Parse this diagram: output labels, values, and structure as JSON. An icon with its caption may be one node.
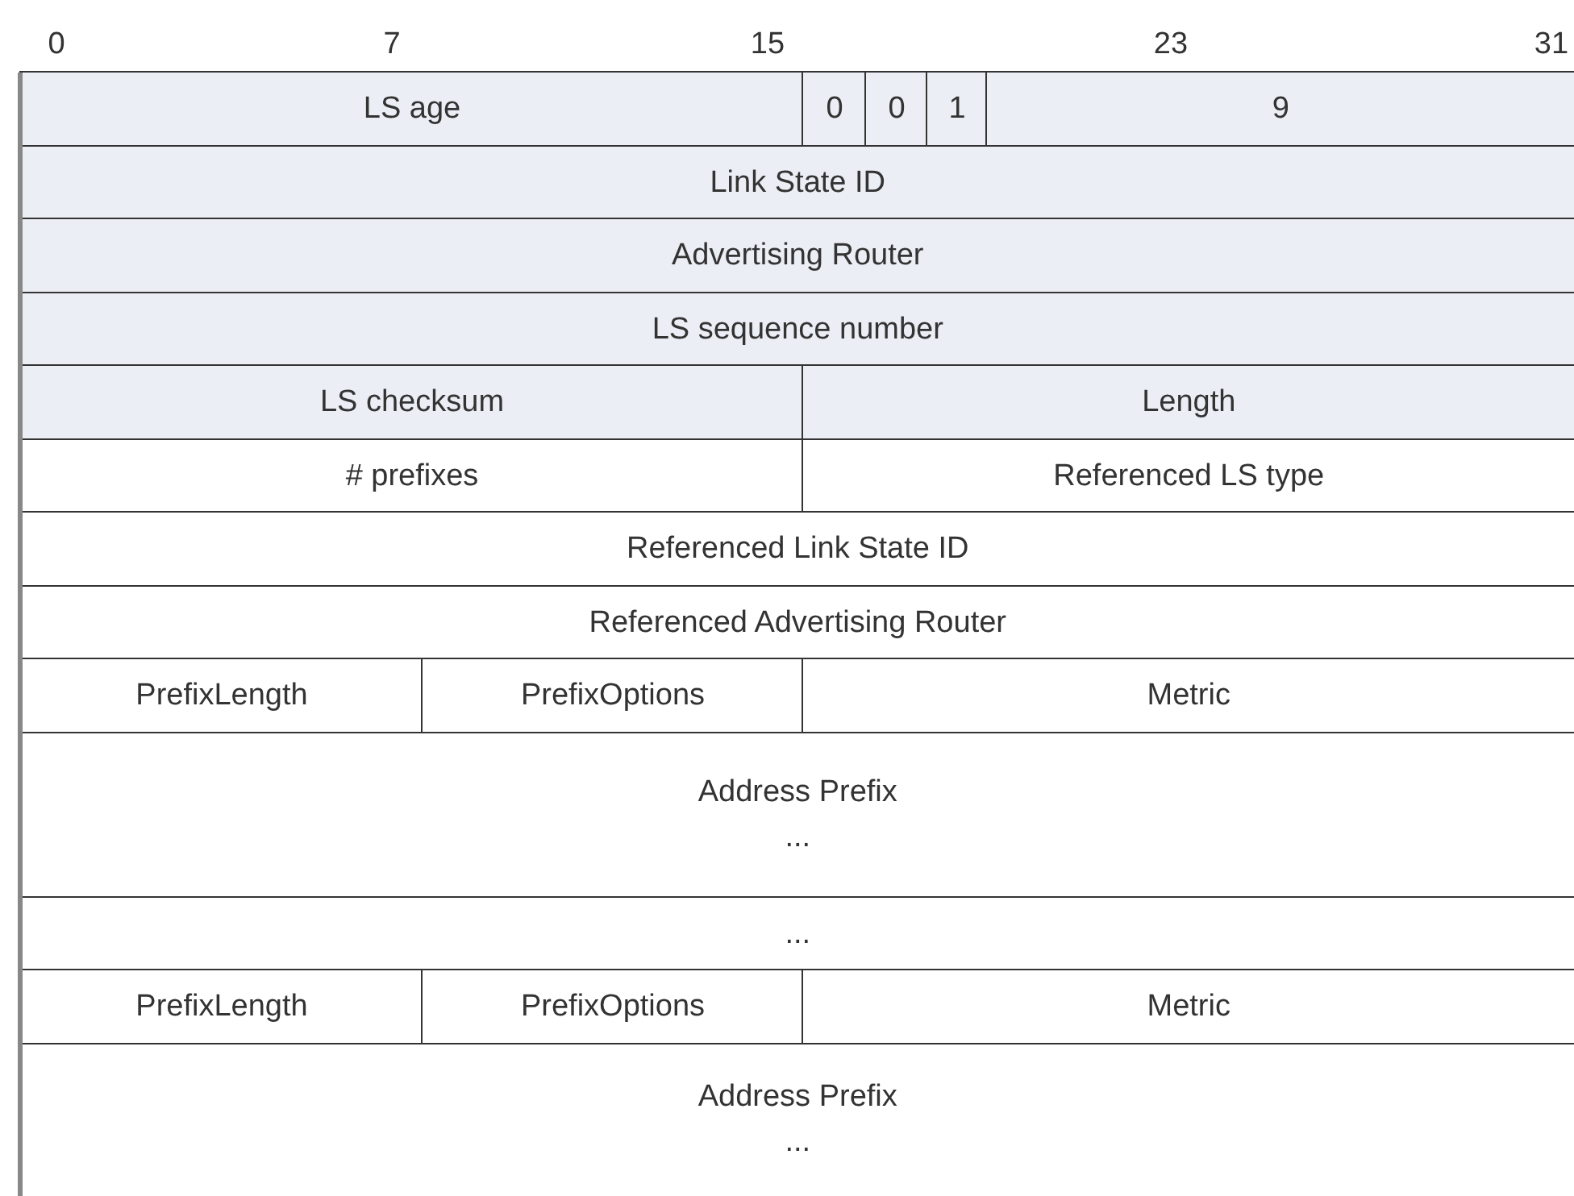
{
  "diagram": {
    "nodes": [
      {
        "text": [
          "LS age"
        ]
      },
      {
        "text": [
          "0"
        ]
      },
      {
        "text": [
          "0"
        ]
      },
      {
        "text": [
          "1"
        ]
      },
      {
        "text": [
          "9"
        ]
      },
      {
        "text": [
          "Link State ID"
        ]
      },
      {
        "text": [
          "Advertising Router"
        ]
      },
      {
        "text": [
          "LS sequence number"
        ]
      },
      {
        "text": [
          "LS checksum"
        ]
      },
      {
        "text": [
          "Length"
        ]
      },
      {
        "text": [
          "# prefixes"
        ]
      },
      {
        "text": [
          "Referenced LS type"
        ]
      },
      {
        "text": [
          "Referenced Link State ID"
        ]
      },
      {
        "text": [
          "Referenced Advertising Router"
        ]
      },
      {
        "text": [
          "PrefixLength"
        ]
      },
      {
        "text": [
          "PrefixOptions"
        ]
      },
      {
        "text": [
          "Metric"
        ]
      },
      {
        "text": [
          "Address Prefix",
          "..."
        ]
      },
      {
        "text": [
          "..."
        ]
      },
      {
        "text": [
          "PrefixLength"
        ]
      },
      {
        "text": [
          "PrefixOptions"
        ]
      },
      {
        "text": [
          "Metric"
        ]
      },
      {
        "text": [
          "Address Prefix",
          "..."
        ]
      }
    ],
    "labels": [
      "0",
      "7",
      "15",
      "23",
      "31"
    ]
  }
}
